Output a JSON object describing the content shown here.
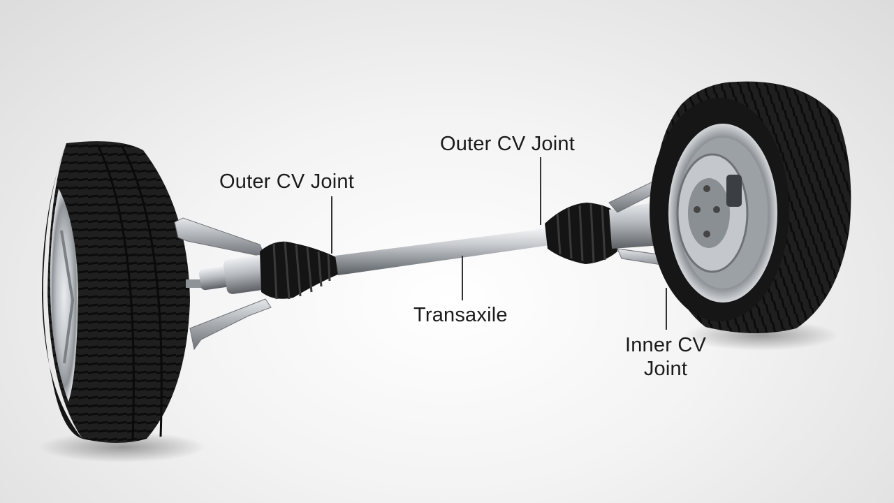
{
  "labels": {
    "outer_cv_left": "Outer CV Joint",
    "outer_cv_right": "Outer CV Joint",
    "transaxle": "Transaxile",
    "inner_cv_line1": "Inner CV",
    "inner_cv_line2": "Joint"
  },
  "colors": {
    "tire": "#1c1c1c",
    "shaft": "#b8bcc0",
    "boot": "#141414",
    "leader_line": "#333333",
    "background": "#f0f0f0"
  }
}
